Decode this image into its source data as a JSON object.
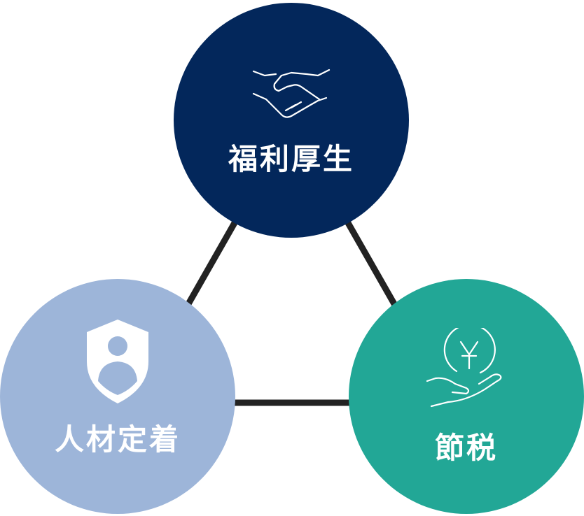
{
  "colors": {
    "welfare": "#03275B",
    "retention": "#9DB5D9",
    "tax": "#22A796",
    "connector": "#222222",
    "label": "#FFFFFF",
    "icon_stroke": "#FFFFFF"
  },
  "nodes": {
    "top": {
      "label": "福利厚生",
      "icon": "handshake-icon"
    },
    "left": {
      "label": "人材定着",
      "icon": "shield-person-icon"
    },
    "right": {
      "label": "節税",
      "icon": "hand-yen-coin-icon"
    }
  }
}
